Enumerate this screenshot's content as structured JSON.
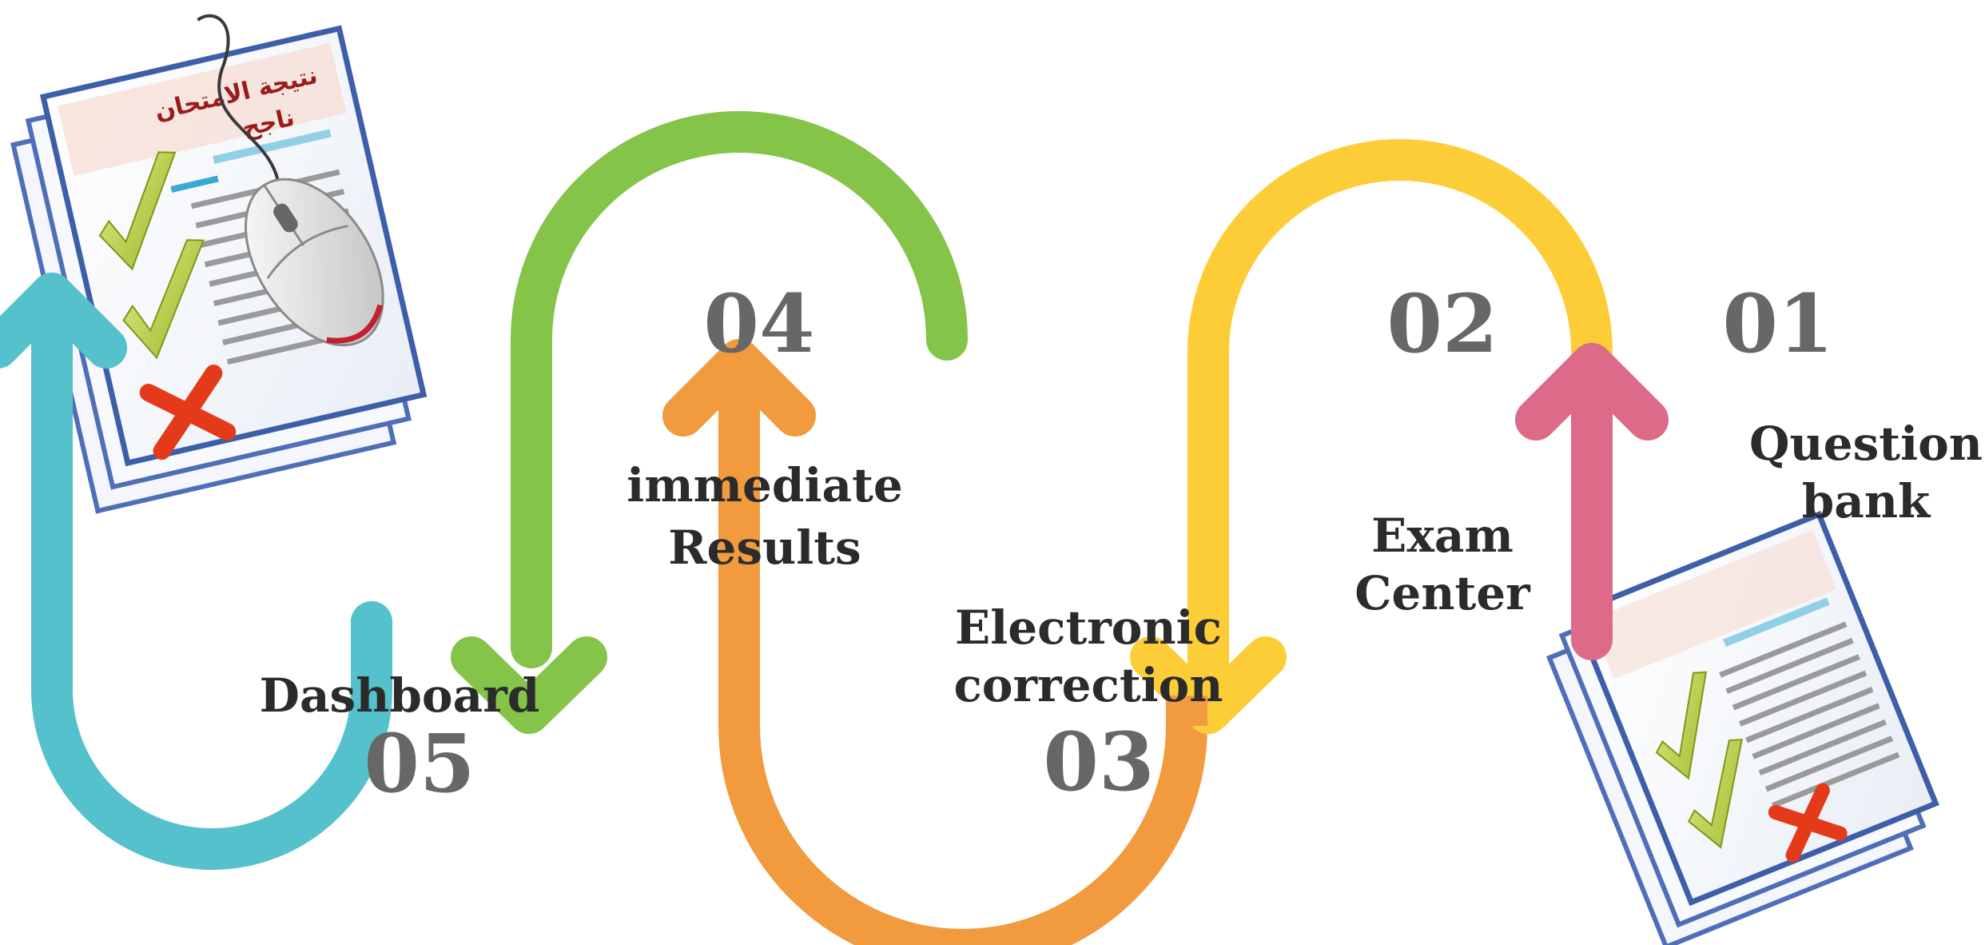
{
  "steps": [
    {
      "number": "01",
      "label_line1": "Question",
      "label_line2": "bank",
      "color": "#de6a8a"
    },
    {
      "number": "02",
      "label_line1": "Exam",
      "label_line2": "Center",
      "color": "#fdcd38"
    },
    {
      "number": "03",
      "label_line1": "Electronic",
      "label_line2": "correction",
      "color": "#f19a3e"
    },
    {
      "number": "04",
      "label_line1": "immediate",
      "label_line2": "Results",
      "color": "#84c449"
    },
    {
      "number": "05",
      "label_line1": "Dashboard",
      "label_line2": "",
      "color": "#55c1cc"
    }
  ],
  "illustrations": {
    "result_sheet_title": "نتيجة الامتحان",
    "result_sheet_status": "ناجح"
  }
}
